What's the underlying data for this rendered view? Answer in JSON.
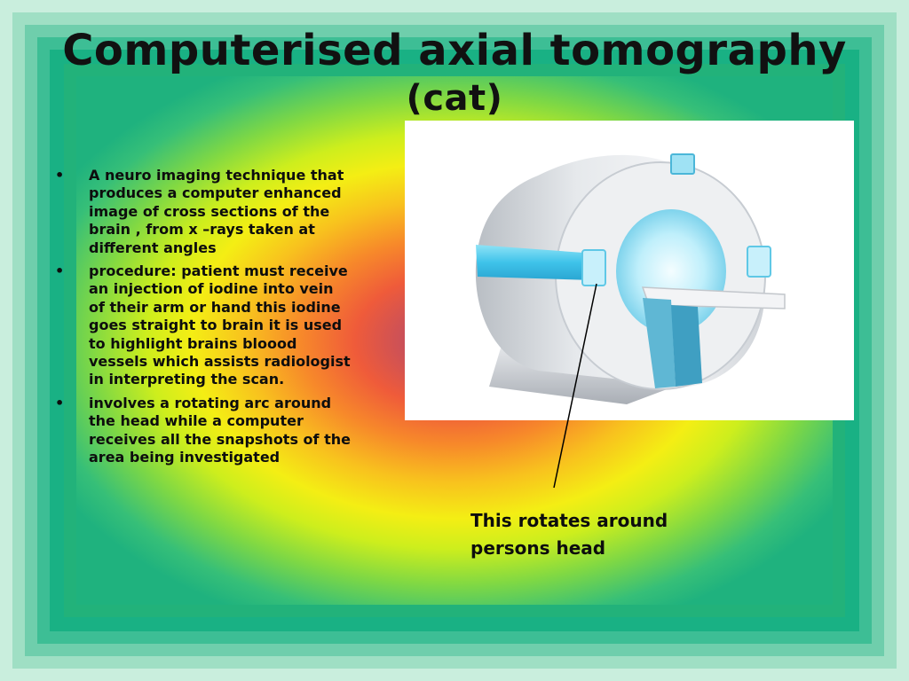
{
  "slide": {
    "title_line1": "Computerised  axial tomography",
    "title_line2": "(cat)",
    "bullet_symbol": "•",
    "bullets": [
      "A neuro imaging technique that produces a computer enhanced image of cross sections of the brain , from x –rays taken at different angles",
      "procedure: patient must receive an injection of iodine into vein of their arm or hand this iodine goes straight to brain it is used to highlight brains bloood vessels which assists radiologist in interpreting the scan.",
      "involves a rotating arc around the head while a computer receives all the snapshots of the area being investigated"
    ],
    "image": {
      "subject": "ct-scanner-photo",
      "background_color": "#ffffff"
    },
    "caption": "This rotates around persons head"
  },
  "colors": {
    "text": "#0d0d0d",
    "outer_border": "#c9eedd",
    "teal_band": "#19b184",
    "center": "#b04a6a"
  }
}
